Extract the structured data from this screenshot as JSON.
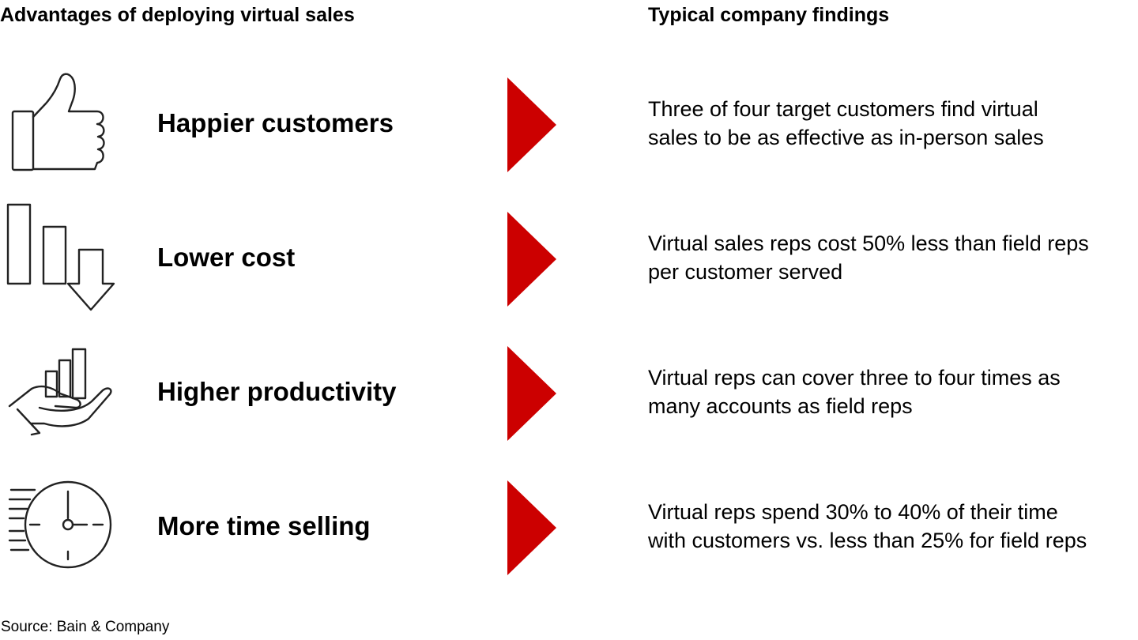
{
  "headers": {
    "left": "Advantages of deploying virtual sales",
    "right": "Typical company findings"
  },
  "rows": [
    {
      "icon": "thumbs-up-icon",
      "advantage": "Happier customers",
      "finding_lines": [
        "Three of four target customers find virtual",
        "sales to be as effective as in-person sales"
      ]
    },
    {
      "icon": "declining-bars-icon",
      "advantage": "Lower cost",
      "finding_lines": [
        "Virtual sales reps cost 50% less than field reps",
        "per customer served"
      ]
    },
    {
      "icon": "hand-bar-chart-icon",
      "advantage": "Higher productivity",
      "finding_lines": [
        "Virtual reps can cover three to four times as",
        "many accounts as field reps"
      ]
    },
    {
      "icon": "fast-clock-icon",
      "advantage": "More time selling",
      "finding_lines": [
        "Virtual reps spend 30% to 40% of their time",
        "with customers vs. less than 25% for field reps"
      ]
    }
  ],
  "source": "Source: Bain & Company",
  "colors": {
    "arrow": "#cc0000",
    "text": "#000000",
    "icon_stroke": "#222222"
  }
}
